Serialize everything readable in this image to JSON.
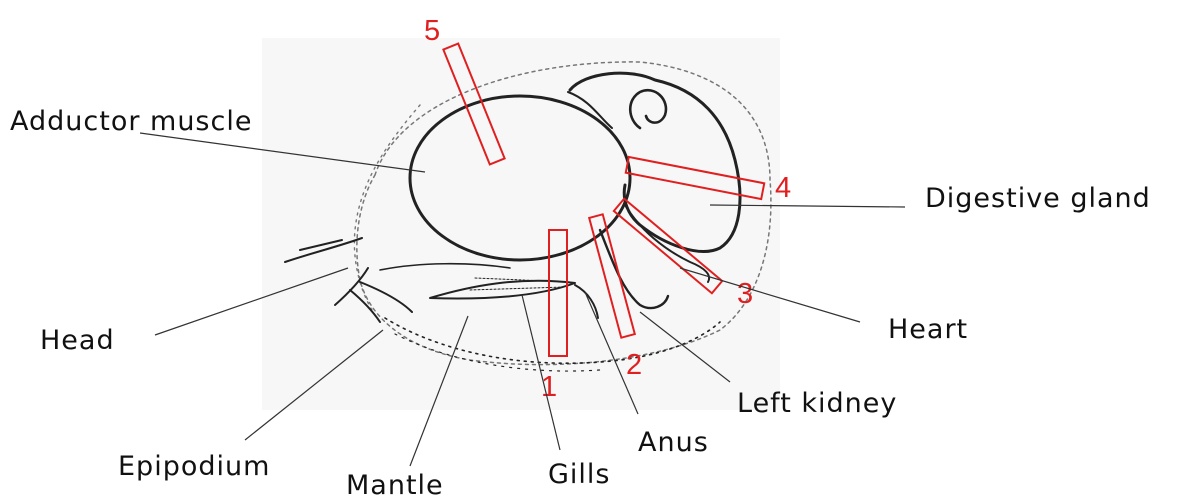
{
  "labels": {
    "adductor_muscle": "Adductor muscle",
    "digestive_gland": "Digestive gland",
    "head": "Head",
    "heart": "Heart",
    "left_kidney": "Left kidney",
    "epipodium": "Epipodium",
    "mantle": "Mantle",
    "gills": "Gills",
    "anus": "Anus"
  },
  "section_numbers": {
    "n1": "1",
    "n2": "2",
    "n3": "3",
    "n4": "4",
    "n5": "5"
  },
  "colors": {
    "section_boxes": "#e02020",
    "drawing": "#222222",
    "labels": "#111111"
  }
}
